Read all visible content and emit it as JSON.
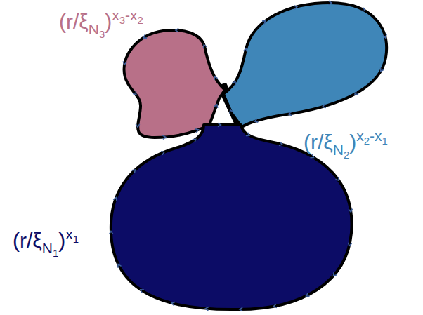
{
  "diagram": {
    "nodes": [
      {
        "text": [
          "(r/ξN3)x3-x2"
        ]
      },
      {
        "text": [
          "(r/ξN2)x2-x1"
        ]
      },
      {
        "text": [
          "(r/ξN1)x1"
        ]
      }
    ]
  }
}
